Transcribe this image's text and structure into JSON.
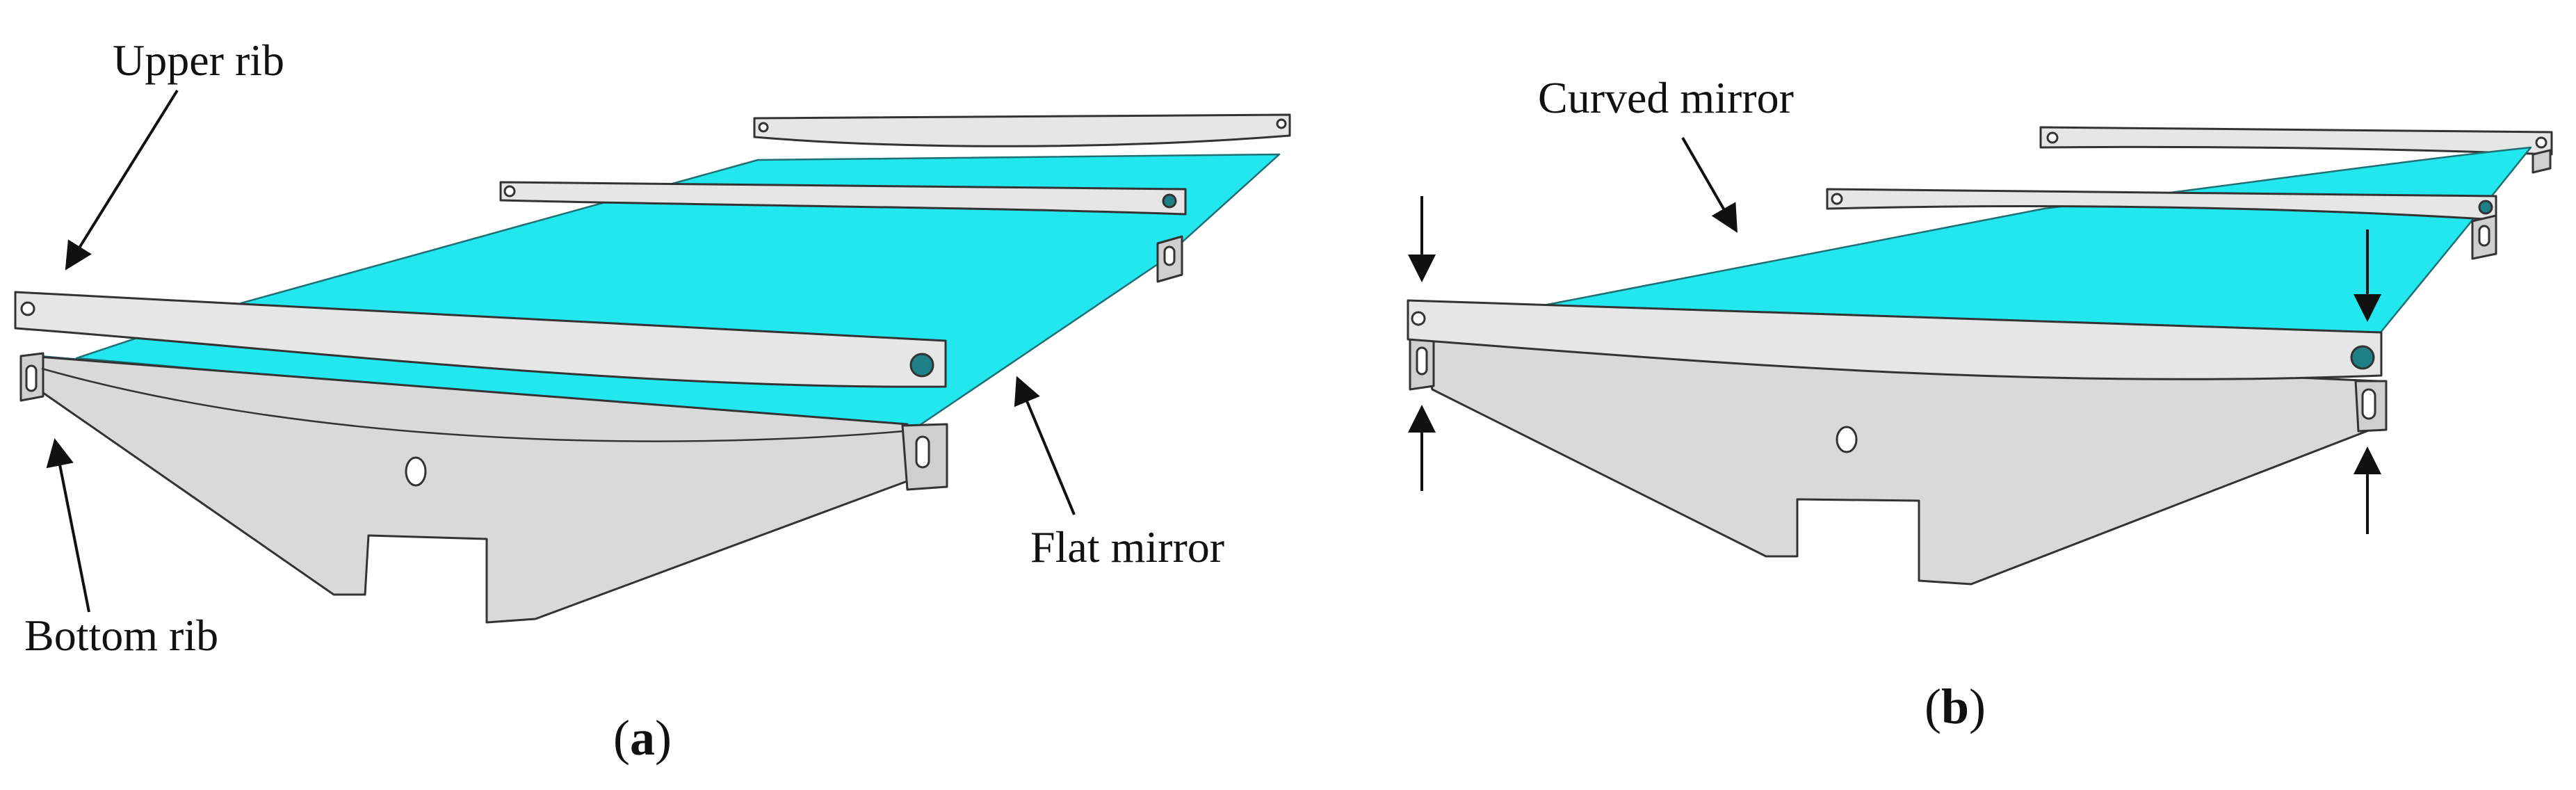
{
  "labels": {
    "upper_rib": "Upper rib",
    "bottom_rib": "Bottom rib",
    "flat_mirror": "Flat mirror",
    "curved_mirror": "Curved mirror"
  },
  "captions": {
    "a_open": "(",
    "a_letter": "a",
    "a_close": ")",
    "b_open": "(",
    "b_letter": "b",
    "b_close": ")"
  },
  "colors": {
    "mirror": "#22e7ee",
    "rib": "#d9d9d9",
    "outline": "#333333",
    "background": "#ffffff"
  }
}
